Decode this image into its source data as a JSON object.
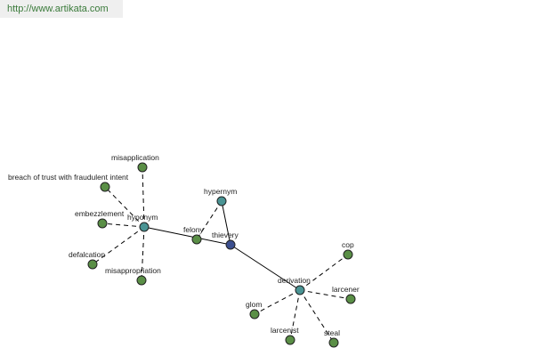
{
  "header": {
    "url": "http://www.artikata.com"
  },
  "colors": {
    "leaf": "#5a8f46",
    "relation": "#4a9494",
    "center": "#3b4f8f",
    "url_text": "#3a7a3a"
  },
  "graph": {
    "nodes": [
      {
        "id": "thievery",
        "label": "thievery",
        "kind": "center"
      },
      {
        "id": "hyponym",
        "label": "hyponym",
        "kind": "relation"
      },
      {
        "id": "hypernym",
        "label": "hypernym",
        "kind": "relation"
      },
      {
        "id": "derivation",
        "label": "derivation",
        "kind": "relation"
      },
      {
        "id": "felony",
        "label": "felony",
        "kind": "leaf"
      },
      {
        "id": "misapplication",
        "label": "misapplication",
        "kind": "leaf"
      },
      {
        "id": "breach",
        "label": "breach of trust with fraudulent intent",
        "kind": "leaf"
      },
      {
        "id": "embezzlement",
        "label": "embezzlement",
        "kind": "leaf"
      },
      {
        "id": "defalcation",
        "label": "defalcation",
        "kind": "leaf"
      },
      {
        "id": "misappropriation",
        "label": "misappropriation",
        "kind": "leaf"
      },
      {
        "id": "cop",
        "label": "cop",
        "kind": "leaf"
      },
      {
        "id": "larcener",
        "label": "larcener",
        "kind": "leaf"
      },
      {
        "id": "glom",
        "label": "glom",
        "kind": "leaf"
      },
      {
        "id": "larcenist",
        "label": "larcenist",
        "kind": "leaf"
      },
      {
        "id": "steal",
        "label": "steal",
        "kind": "leaf"
      }
    ],
    "edges": [
      {
        "from": "thievery",
        "to": "hyponym",
        "style": "solid"
      },
      {
        "from": "thievery",
        "to": "hypernym",
        "style": "solid"
      },
      {
        "from": "thievery",
        "to": "derivation",
        "style": "solid"
      },
      {
        "from": "hypernym",
        "to": "felony",
        "style": "dashed"
      },
      {
        "from": "hyponym",
        "to": "misapplication",
        "style": "dashed"
      },
      {
        "from": "hyponym",
        "to": "breach",
        "style": "dashed"
      },
      {
        "from": "hyponym",
        "to": "embezzlement",
        "style": "dashed"
      },
      {
        "from": "hyponym",
        "to": "defalcation",
        "style": "dashed"
      },
      {
        "from": "hyponym",
        "to": "misappropriation",
        "style": "dashed"
      },
      {
        "from": "derivation",
        "to": "cop",
        "style": "dashed"
      },
      {
        "from": "derivation",
        "to": "larcener",
        "style": "dashed"
      },
      {
        "from": "derivation",
        "to": "glom",
        "style": "dashed"
      },
      {
        "from": "derivation",
        "to": "larcenist",
        "style": "dashed"
      },
      {
        "from": "derivation",
        "to": "steal",
        "style": "dashed"
      }
    ]
  }
}
